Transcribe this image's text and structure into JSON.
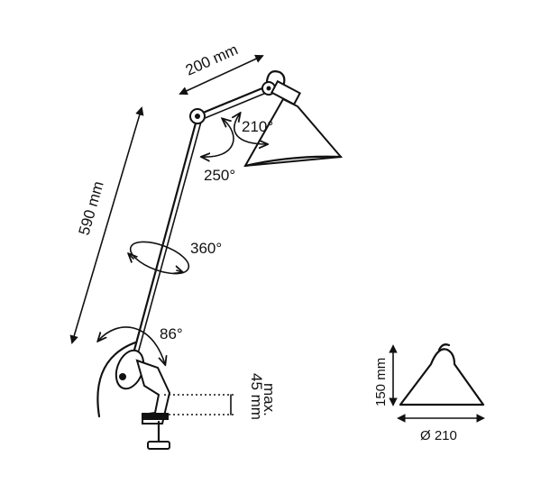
{
  "dimensions": {
    "upper_arm": "200 mm",
    "lower_arm": "590 mm",
    "clamp_opening_value": "45 mm",
    "clamp_opening_prefix": "max.",
    "shade_height": "150 mm",
    "shade_diameter": "Ø 210"
  },
  "angles": {
    "shade_rotation": "210°",
    "elbow_rotation": "250°",
    "base_swivel": "360°",
    "base_tilt": "86°"
  }
}
